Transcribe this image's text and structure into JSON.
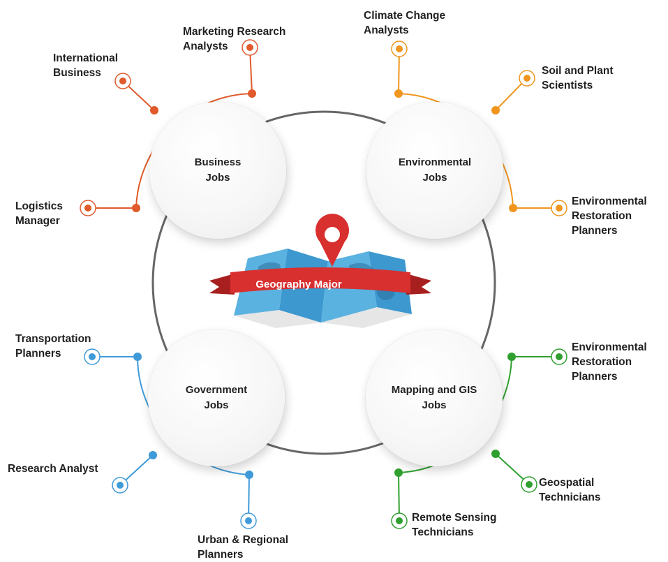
{
  "center": {
    "title": "Geography Major"
  },
  "colors": {
    "business": "#e05a2b",
    "environmental": "#f0961e",
    "government": "#3f9ad8",
    "mapping": "#2fa02f",
    "ring": "#666666",
    "ribbon": "#d82f2f",
    "map": "#4aa8d8"
  },
  "categories": [
    {
      "id": "business",
      "line1": "Business",
      "line2": "Jobs",
      "jobs": [
        {
          "line1": "Marketing Research",
          "line2": "Analysts"
        },
        {
          "line1": "International",
          "line2": "Business"
        },
        {
          "line1": "Logistics",
          "line2": "Manager"
        }
      ]
    },
    {
      "id": "environmental",
      "line1": "Environmental",
      "line2": "Jobs",
      "jobs": [
        {
          "line1": "Climate Change",
          "line2": "Analysts"
        },
        {
          "line1": "Soil and Plant",
          "line2": "Scientists"
        },
        {
          "line1": "Environmental",
          "line2": "Restoration",
          "line3": "Planners"
        }
      ]
    },
    {
      "id": "government",
      "line1": "Government",
      "line2": "Jobs",
      "jobs": [
        {
          "line1": "Transportation",
          "line2": "Planners"
        },
        {
          "line1": "Research Analyst"
        },
        {
          "line1": "Urban & Regional",
          "line2": "Planners"
        }
      ]
    },
    {
      "id": "mapping",
      "line1": "Mapping and GIS",
      "line2": "Jobs",
      "jobs": [
        {
          "line1": "Environmental",
          "line2": "Restoration",
          "line3": "Planners"
        },
        {
          "line1": "Geospatial",
          "line2": "Technicians"
        },
        {
          "line1": "Remote Sensing",
          "line2": "Technicians"
        }
      ]
    }
  ]
}
